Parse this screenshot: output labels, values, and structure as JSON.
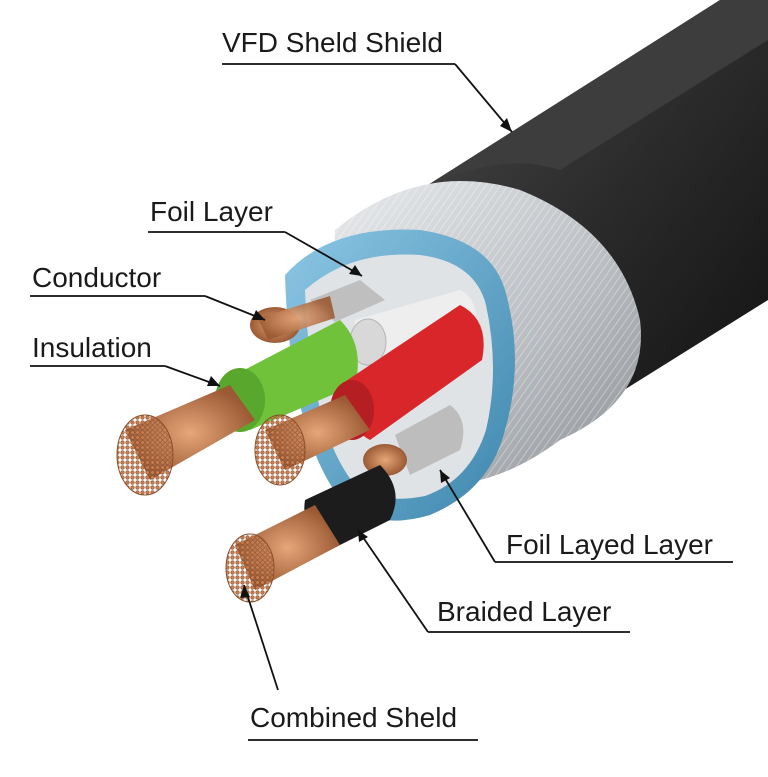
{
  "labels": {
    "outer_shield": "VFD Sheld Shield",
    "foil_layer": "Foil Layer",
    "conductor": "Conductor",
    "insulation": "Insulation",
    "foil_layed_layer": "Foil Layed Layer",
    "braided_layer": "Braided Layer",
    "combined_shield": "Combined Sheld"
  },
  "colors": {
    "jacket": "#2b2b2b",
    "braid_silver": "#c9cccf",
    "foil_blue": "#5aa6cc",
    "copper": "#c8845a",
    "insulation_green": "#6fc23a",
    "insulation_red": "#d8262a",
    "insulation_white": "#e8e8e8",
    "insulation_black": "#1c1c1c",
    "drain_grey": "#b8b8b8"
  }
}
